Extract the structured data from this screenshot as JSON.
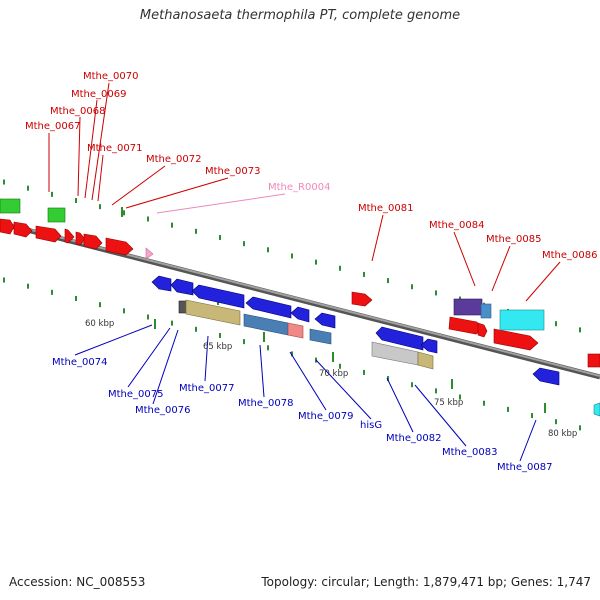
{
  "title": "Methanosaeta thermophila PT, complete genome",
  "footer": {
    "accession": "Accession: NC_008553",
    "summary": "Topology: circular; Length: 1,879,471 bp; Genes: 1,747"
  },
  "colors": {
    "forward_label": "#cc0000",
    "reverse_label": "#0000bb",
    "rna_label": "#ee88bb",
    "backbone": "#8a8a8a",
    "tick": "#2e8b2e"
  },
  "scale_labels": [
    "60 kbp",
    "65 kbp",
    "70 kbp",
    "75 kbp",
    "80 kbp"
  ],
  "top_labels": [
    "Mthe_0070",
    "Mthe_0069",
    "Mthe_0068",
    "Mthe_0067",
    "Mthe_0071",
    "Mthe_0072",
    "Mthe_0073",
    "Mthe_R0004",
    "Mthe_0081",
    "Mthe_0084",
    "Mthe_0085",
    "Mthe_0086"
  ],
  "bottom_labels": [
    "Mthe_0074",
    "Mthe_0075",
    "Mthe_0076",
    "Mthe_0077",
    "Mthe_0078",
    "Mthe_0079",
    "hisG",
    "Mthe_0082",
    "Mthe_0083",
    "Mthe_0087"
  ]
}
